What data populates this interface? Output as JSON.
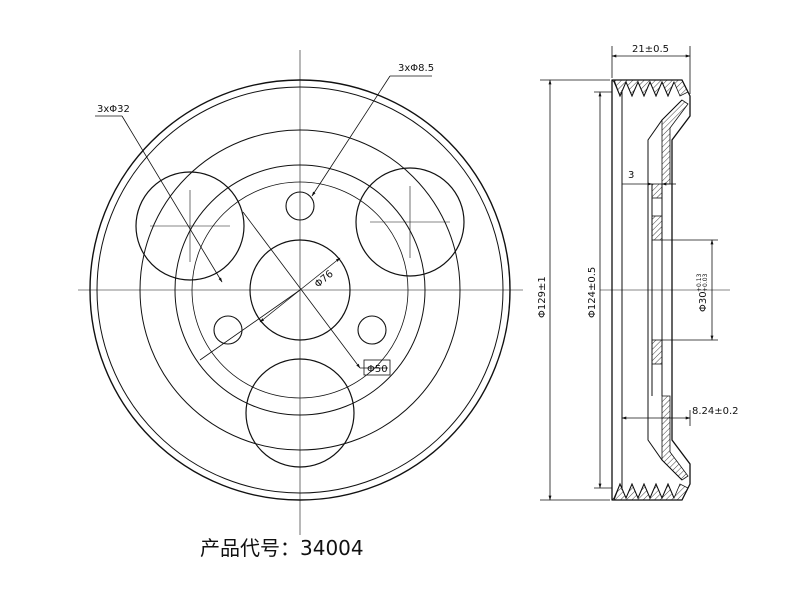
{
  "drawing": {
    "front_view": {
      "holes_large_label": "3xΦ32",
      "holes_small_label": "3xΦ8.5",
      "bore_label": "Φ76",
      "pcd_label": "Φ50"
    },
    "side_view": {
      "width_label": "21±0.5",
      "thickness_label": "3",
      "outer_dia_label": "Φ129±1",
      "groove_dia_label": "Φ124±0.5",
      "bore_label_main": "Φ30",
      "bore_tol_upper": "+0.13",
      "bore_tol_lower": "+0.03",
      "offset_label": "8.24±0.2"
    },
    "caption": "产品代号：34004"
  }
}
